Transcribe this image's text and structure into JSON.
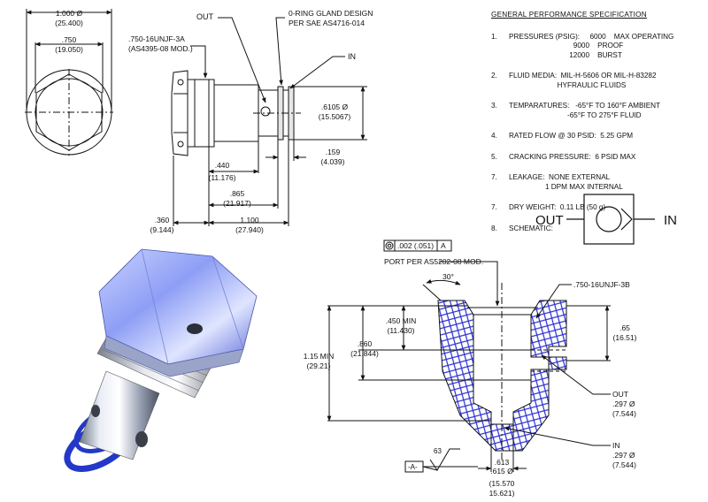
{
  "top_view": {
    "dim_dia_in": "1.000 Ø",
    "dim_dia_mm": "(25.400)",
    "dim_inner_in": ".750",
    "dim_inner_mm": "(19.050)"
  },
  "side_view": {
    "label_out": "OUT",
    "label_in": "IN",
    "gland_1": "0-RING GLAND DESIGN",
    "gland_2": "PER SAE AS4716-014",
    "thread_1": ".750-16UNJF-3A",
    "thread_2": "(AS4395-08 MOD.)",
    "dia_in": ".6105 Ø",
    "dia_mm": "(15.5067)",
    "d159_in": ".159",
    "d159_mm": "(4.039)",
    "d440_in": ".440",
    "d440_mm": "(11.176)",
    "d865_in": ".865",
    "d865_mm": "(21.917)",
    "d360_in": ".360",
    "d360_mm": "(9.144)",
    "d1100_in": "1.100",
    "d1100_mm": "(27.940)"
  },
  "spec": {
    "title": "GENERAL PERFORMANCE SPECIFICATION",
    "items": [
      {
        "num": "1.",
        "text": "PRESSURES (PSIG):     6000    MAX OPERATING\n                                9000    PROOF\n                              12000    BURST"
      },
      {
        "num": "2.",
        "text": "FLUID MEDIA:  MIL-H-5606 OR MIL-H-83282\n                        HYFRAULIC FLUIDS"
      },
      {
        "num": "3.",
        "text": "TEMPARATURES:   -65°F TO 160°F AMBIENT\n                             -65°F TO 275°F FLUID"
      },
      {
        "num": "4.",
        "text": "RATED FLOW @ 30 PSID:  5.25 GPM"
      },
      {
        "num": "5.",
        "text": "CRACKING PRESSURE:  6 PSID MAX"
      },
      {
        "num": "7.",
        "text": "LEAKAGE:  NONE EXTERNAL\n                  1 DPM MAX INTERNAL"
      },
      {
        "num": "7.",
        "text": "DRY WEIGHT:  0.11 LB (50 g)"
      },
      {
        "num": "8.",
        "text": "SCHEMATIC:"
      }
    ]
  },
  "schematic": {
    "out_label": "OUT",
    "in_label": "IN"
  },
  "port_view": {
    "tol_value": ".002 (.051)",
    "tol_datum": "A",
    "port_label": "PORT PER AS5202-08 MOD.",
    "angle": "30°",
    "thread": ".750-16UNJF-3B",
    "d450_in": ".450 MIN",
    "d450_mm": "(11.430)",
    "d860_in": ".860",
    "d860_mm": "(21.844)",
    "d115_in": "1.15 MIN",
    "d115_mm": "(29.21)",
    "d65_in": ".65",
    "d65_mm": "(16.51)",
    "out_label": "OUT",
    "out_dia_in": ".297 Ø",
    "out_dia_mm": "(7.544)",
    "in_label": "IN",
    "in_dia_in": ".297 Ø",
    "in_dia_mm": "(7.544)",
    "finish": "63",
    "datum": "-A-",
    "bore_in_1": ".613",
    "bore_in_2": ".615 Ø",
    "bore_mm_1": "(15.570",
    "bore_mm_2": "15.621)"
  },
  "colors": {
    "line": "#111111",
    "hatch": "#2b2fd0",
    "metal_blue": "#aab8ff",
    "seal_blue": "#2438c8"
  }
}
